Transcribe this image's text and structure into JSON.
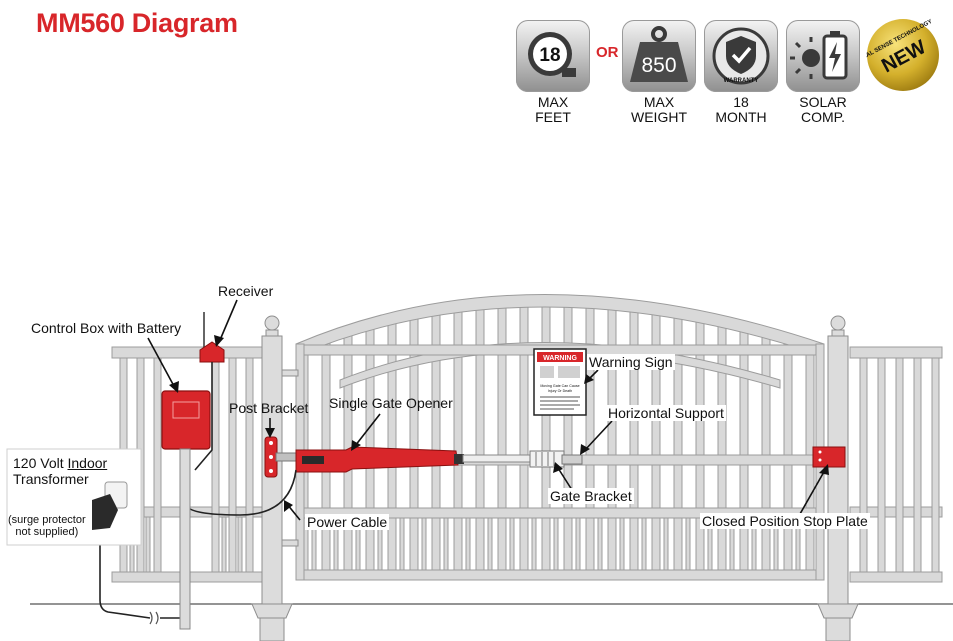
{
  "title": "MM560 Diagram",
  "or_text": "OR",
  "badges": [
    {
      "icon": "tape-measure-icon",
      "value": "18",
      "caption_line1": "MAX",
      "caption_line2": "FEET"
    },
    {
      "icon": "weight-icon",
      "value": "850",
      "caption_line1": "MAX",
      "caption_line2": "WEIGHT"
    },
    {
      "icon": "warranty-shield-icon",
      "value": "WARRANTY",
      "caption_line1": "18",
      "caption_line2": "MONTH"
    },
    {
      "icon": "solar-battery-icon",
      "value": "",
      "caption_line1": "SOLAR",
      "caption_line2": "COMP."
    }
  ],
  "new_badge": {
    "top_text": "DUAL SENSE TECHNOLOGY",
    "main_text": "NEW"
  },
  "labels": {
    "receiver": "Receiver",
    "control_box": "Control Box with Battery",
    "post_bracket": "Post Bracket",
    "single_gate_opener": "Single Gate Opener",
    "warning_sign": "Warning Sign",
    "horizontal_support": "Horizontal Support",
    "gate_bracket": "Gate Bracket",
    "transformer_line1_prefix": "120 Volt ",
    "transformer_line1_underlined": "Indoor",
    "transformer_line2": "Transformer",
    "transformer_note_line1": "(surge protector",
    "transformer_note_line2": "not supplied)",
    "power_cable": "Power Cable",
    "stop_plate": "Closed Position Stop Plate"
  },
  "warning_sign": {
    "header": "WARNING",
    "line1": "Moving Gate Can Cause",
    "line2": "Injury Or Death"
  },
  "colors": {
    "accent_red": "#d8262a",
    "fence_gray": "#d6d6d6",
    "fence_outline": "#9c9c9c"
  }
}
